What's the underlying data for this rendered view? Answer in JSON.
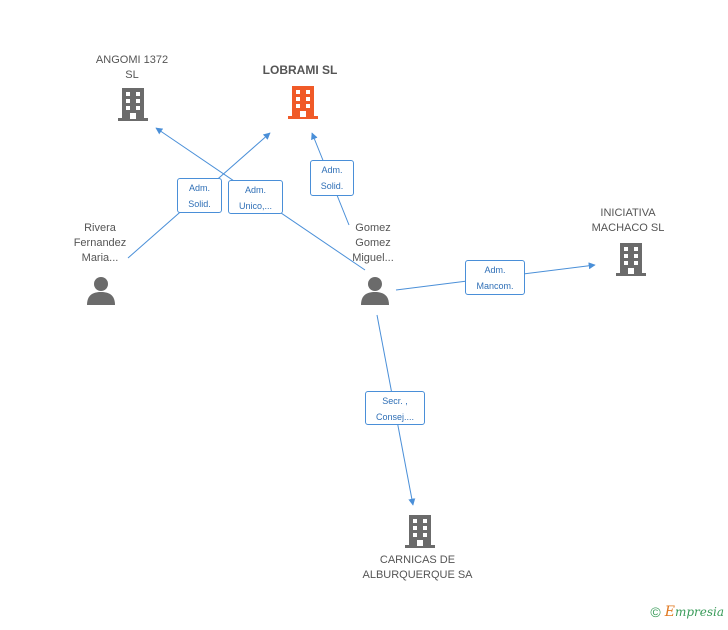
{
  "nodes": {
    "lobrami": {
      "label": "LOBRAMI SL"
    },
    "angomi": {
      "label": "ANGOMI 1372\nSL"
    },
    "iniciativa": {
      "label": "INICIATIVA\nMACHACO SL"
    },
    "carnicas": {
      "label": "CARNICAS DE\nALBURQUERQUE SA"
    },
    "rivera": {
      "label": "Rivera\nFernandez\nMaria..."
    },
    "gomez": {
      "label": "Gomez\nGomez\nMiguel..."
    }
  },
  "edges": {
    "rivera_lobrami": {
      "label": "Adm.\nSolid."
    },
    "gomez_angomi": {
      "label": "Adm.\nUnico,..."
    },
    "gomez_lobrami": {
      "label": "Adm.\nSolid."
    },
    "gomez_iniciativa": {
      "label": "Adm.\nMancom."
    },
    "gomez_carnicas": {
      "label": "Secr. ,\nConsej...."
    }
  },
  "colors": {
    "edge": "#4a8fd8",
    "company": "#6b6b6b",
    "company_main": "#f05a28",
    "person": "#6b6b6b"
  },
  "footer": {
    "copyright": "©",
    "brand_initial": "E",
    "brand_rest": "mpresia"
  }
}
